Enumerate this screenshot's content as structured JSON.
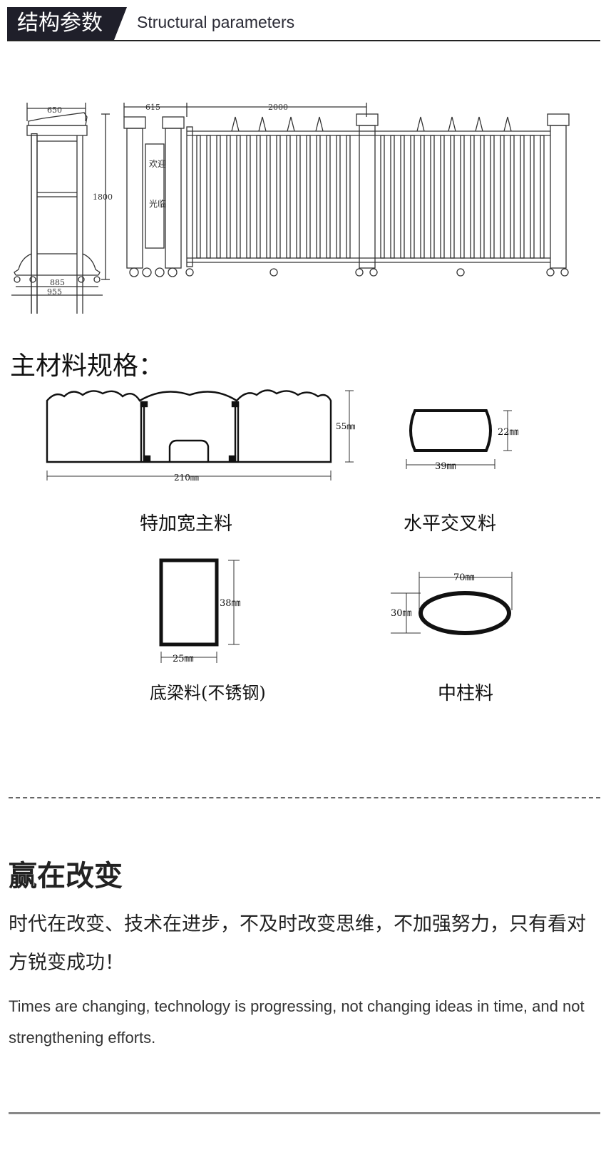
{
  "header": {
    "title_cn": "结构参数",
    "title_en": "Structural parameters"
  },
  "gate_drawing": {
    "dim_side_top": "650",
    "dim_side_height": "1800",
    "dim_side_base_inner": "885",
    "dim_side_base_outer": "955",
    "dim_front_head": "615",
    "dim_front_span": "2000",
    "door_sign_line1": "欢迎",
    "door_sign_line2": "光临"
  },
  "materials": {
    "title": "主材料规格：",
    "items": [
      {
        "name": "特加宽主料",
        "dims": [
          "210㎜",
          "55㎜"
        ]
      },
      {
        "name": "水平交叉料",
        "dims": [
          "39㎜",
          "22㎜"
        ]
      },
      {
        "name": "底梁料(不锈钢)",
        "dims": [
          "25㎜",
          "38㎜"
        ]
      },
      {
        "name": "中柱料",
        "dims": [
          "70㎜",
          "30㎜"
        ]
      }
    ]
  },
  "slogan": {
    "title": "赢在改变",
    "body_cn": "时代在改变、技术在进步，不及时改变思维，不加强努力，只有看对方锐变成功！",
    "body_en": "Times are changing, technology is progressing, not changing ideas in time, and not strengthening efforts."
  }
}
